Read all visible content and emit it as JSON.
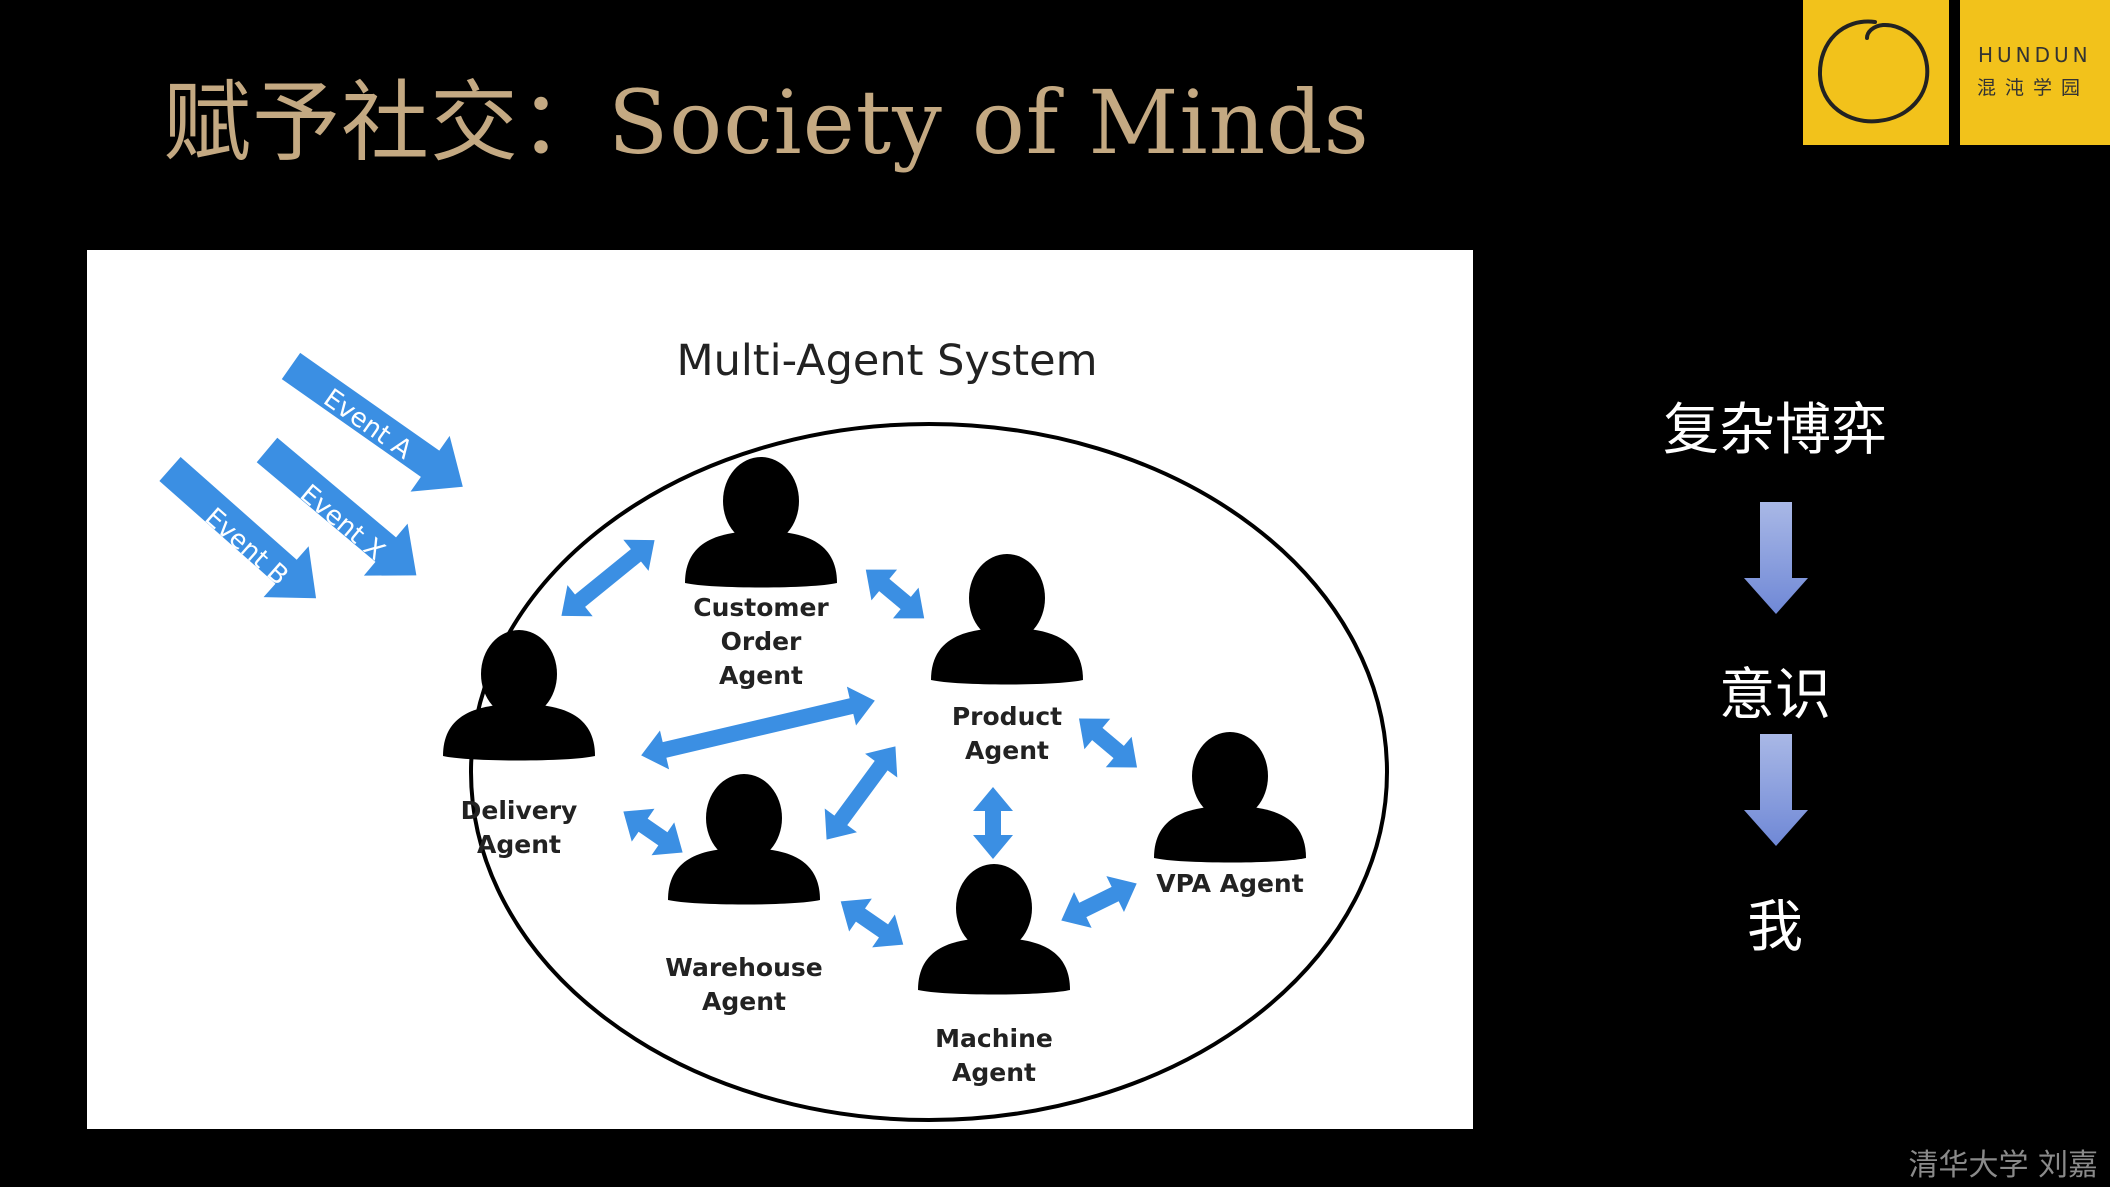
{
  "title": "赋予社交：Society of Minds",
  "logo": {
    "name_en": "HUNDUN",
    "name_zh": "混沌学园"
  },
  "diagram": {
    "title": "Multi-Agent System",
    "events": [
      "Event A",
      "Event X",
      "Event B"
    ],
    "agents": {
      "customer_order": [
        "Customer",
        "Order",
        "Agent"
      ],
      "product": [
        "Product",
        "Agent"
      ],
      "delivery": [
        "Delivery",
        "Agent"
      ],
      "warehouse": [
        "Warehouse",
        "Agent"
      ],
      "machine": [
        "Machine",
        "Agent"
      ],
      "vpa": [
        "VPA Agent"
      ]
    }
  },
  "side": {
    "item1": "复杂博弈",
    "item2": "意识",
    "item3": "我"
  },
  "footer": "清华大学  刘嘉",
  "colors": {
    "title": "#c4a982",
    "accent": "#f2c21b",
    "arrow_blue": "#3b8fe3"
  }
}
